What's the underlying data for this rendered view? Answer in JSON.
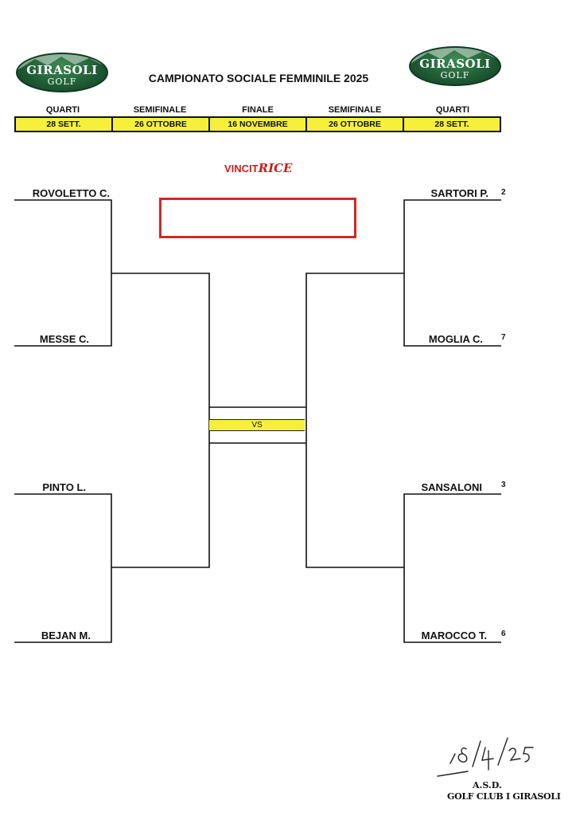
{
  "logo": {
    "line1": "GIRASOLI",
    "line2": "GOLF",
    "color": "#1e5a33"
  },
  "title": "CAMPIONATO SOCIALE FEMMINILE 2025",
  "rounds": {
    "labels": [
      "QUARTI",
      "SEMIFINALE",
      "FINALE",
      "SEMIFINALE",
      "QUARTI"
    ],
    "dates": [
      "28 SETT.",
      "26 OTTOBRE",
      "16 NOVEMBRE",
      "26 OTTOBRE",
      "28 SETT."
    ]
  },
  "winner": {
    "label_printed": "VINCIT",
    "label_handwritten": "RICE",
    "box_color": "#d32626"
  },
  "vs_label": "VS",
  "highlight_color": "#f6f03a",
  "left_players": [
    "ROVOLETTO C.",
    "MESSE C.",
    "PINTO L.",
    "BEJAN M."
  ],
  "right_players": [
    {
      "name": "SARTORI P.",
      "seed": "2"
    },
    {
      "name": "MOGLIA C.",
      "seed": "7"
    },
    {
      "name": "SANSALONI",
      "seed": "3"
    },
    {
      "name": "MAROCCO T.",
      "seed": "6"
    }
  ],
  "signature": {
    "date": "18/4/25"
  },
  "stamp": {
    "line1": "A.S.D.",
    "line2": "GOLF CLUB I GIRASOLI"
  }
}
